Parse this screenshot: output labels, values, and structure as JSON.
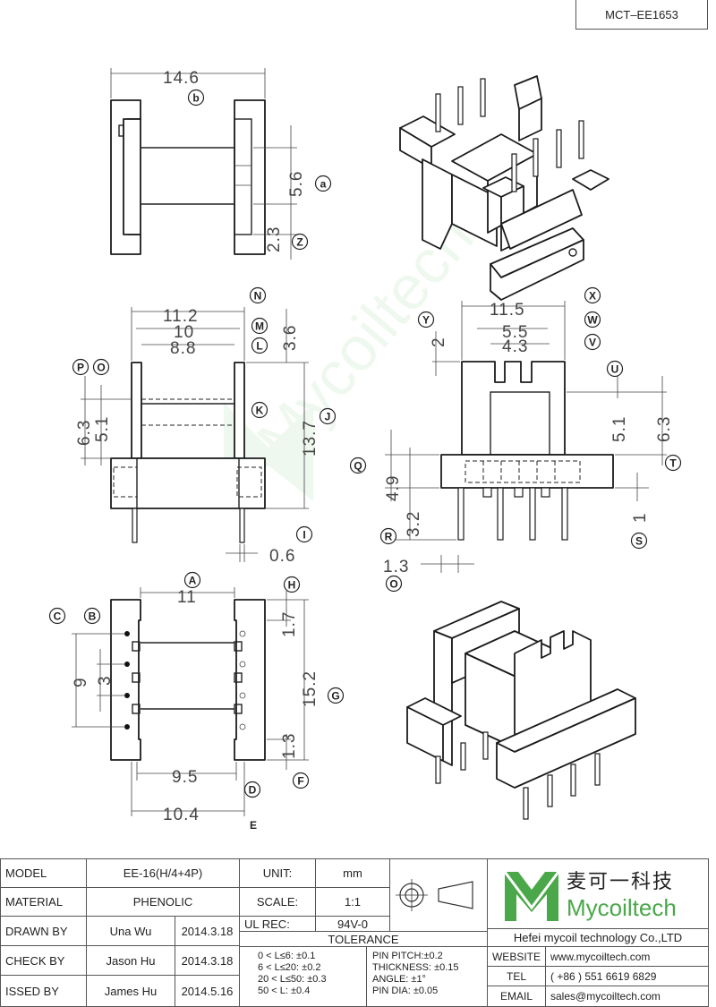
{
  "doc_code": "MCT–EE1653",
  "dims": {
    "top_width": "14.6",
    "top_5_6": "5.6",
    "top_2_3": "2.3",
    "side_11_2": "11.2",
    "side_10": "10",
    "side_8_8": "8.8",
    "side_3_6": "3.6",
    "side_6_3": "6.3",
    "side_5_1": "5.1",
    "side_13_7": "13.7",
    "side_0_6": "0.6",
    "front_11_5": "11.5",
    "front_5_5": "5.5",
    "front_4_3": "4.3",
    "front_2": "2",
    "front_5_1": "5.1",
    "front_6_3": "6.3",
    "front_4_9": "4.9",
    "front_3_2": "3.2",
    "front_1": "1",
    "front_1_3": "1.3",
    "bot_11": "11",
    "bot_1_7": "1.7",
    "bot_9": "9",
    "bot_3": "3",
    "bot_15_2": "15.2",
    "bot_1_3": "1.3",
    "bot_9_5": "9.5",
    "bot_10_4": "10.4"
  },
  "callouts": {
    "a": "a",
    "b": "b",
    "Z": "Z",
    "N": "N",
    "M": "M",
    "L": "L",
    "P": "P",
    "O": "O",
    "K": "K",
    "J": "J",
    "I": "I",
    "X": "X",
    "Y": "Y",
    "W": "W",
    "V": "V",
    "U": "U",
    "Q": "Q",
    "T": "T",
    "R": "R",
    "S": "S",
    "O2": "O",
    "A": "A",
    "H": "H",
    "C": "C",
    "B": "B",
    "G": "G",
    "F": "F",
    "D": "D",
    "E": "E"
  },
  "title_block": {
    "model_label": "MODEL",
    "model_value": "EE-16(H/4+4P)",
    "material_label": "MATERIAL",
    "material_value": "PHENOLIC",
    "drawn_label": "DRAWN BY",
    "drawn_name": "Una Wu",
    "drawn_date": "2014.3.18",
    "check_label": "CHECK BY",
    "check_name": "Jason Hu",
    "check_date": "2014.3.18",
    "issued_label": "ISSED BY",
    "issued_name": "James Hu",
    "issued_date": "2014.5.16",
    "unit_label": "UNIT:",
    "unit_value": "mm",
    "scale_label": "SCALE:",
    "scale_value": "1:1",
    "ulrec_label": "UL REC:",
    "ulrec_value": "94V-0",
    "tolerance_label": "TOLERANCE",
    "tol_1": "0 < L≤6: ±0.1",
    "tol_2": "6 < L≤20: ±0.2",
    "tol_3": "20 < L≤50: ±0.3",
    "tol_4": "50 < L: ±0.4",
    "tol_5": "PIN PITCH:±0.2",
    "tol_6": "THICKNESS: ±0.15",
    "tol_7": "ANGLE: ±1°",
    "tol_8": "PIN DIA: ±0.05",
    "company_name": "Hefei mycoil technology Co.,LTD",
    "logo_cn": "麦可一科技",
    "logo_en": "Mycoiltech",
    "website_label": "WEBSITE",
    "website_value": "www.mycoiltech.com",
    "tel_label": "TEL",
    "tel_value": "( +86 ) 551 6619 6829",
    "email_label": "EMAIL",
    "email_value": "sales@mycoiltech.com"
  },
  "colors": {
    "logo_green": "#4aa84a",
    "watermark_green": "#d8f0d8"
  }
}
